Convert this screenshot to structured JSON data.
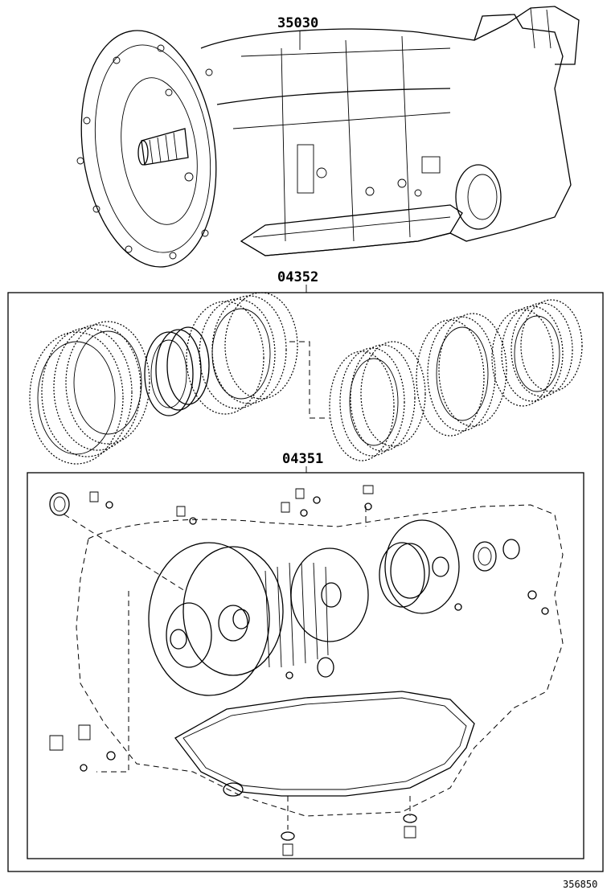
{
  "labels": {
    "transmission_assy": "35030",
    "overhaul_kit": "04352",
    "gasket_kit": "04351",
    "diagram_id": "356850"
  }
}
